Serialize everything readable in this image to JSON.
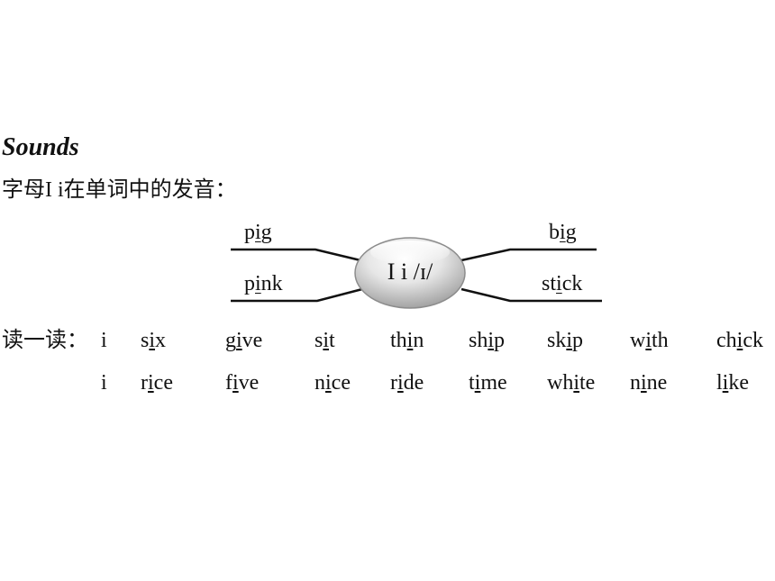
{
  "heading": "Sounds",
  "subtitle": "字母I i在单词中的发音：",
  "diagram": {
    "center": "I i /ɪ/",
    "branches": [
      {
        "pre": "p",
        "mark": "i",
        "post": "g"
      },
      {
        "pre": "p",
        "mark": "i",
        "post": "nk"
      },
      {
        "pre": "b",
        "mark": "i",
        "post": "g"
      },
      {
        "pre": "st",
        "mark": "i",
        "post": "ck"
      }
    ]
  },
  "reading": {
    "label": "读一读：",
    "rows": [
      {
        "letter": "i",
        "words": [
          {
            "pre": "s",
            "mark": "i",
            "post": "x"
          },
          {
            "pre": "g",
            "mark": "i",
            "post": "ve"
          },
          {
            "pre": "s",
            "mark": "i",
            "post": "t"
          },
          {
            "pre": "th",
            "mark": "i",
            "post": "n"
          },
          {
            "pre": "sh",
            "mark": "i",
            "post": "p"
          },
          {
            "pre": "sk",
            "mark": "i",
            "post": "p"
          },
          {
            "pre": "w",
            "mark": "i",
            "post": "th"
          },
          {
            "pre": "ch",
            "mark": "i",
            "post": "ck"
          }
        ]
      },
      {
        "letter": "i",
        "words": [
          {
            "pre": "r",
            "mark": "i",
            "post": "ce"
          },
          {
            "pre": "f",
            "mark": "i",
            "post": "ve"
          },
          {
            "pre": "n",
            "mark": "i",
            "post": "ce"
          },
          {
            "pre": "r",
            "mark": "i",
            "post": "de"
          },
          {
            "pre": "t",
            "mark": "i",
            "post": "me"
          },
          {
            "pre": "wh",
            "mark": "i",
            "post": "te"
          },
          {
            "pre": "n",
            "mark": "i",
            "post": "ne"
          },
          {
            "pre": "l",
            "mark": "i",
            "post": "ke"
          }
        ]
      }
    ]
  }
}
